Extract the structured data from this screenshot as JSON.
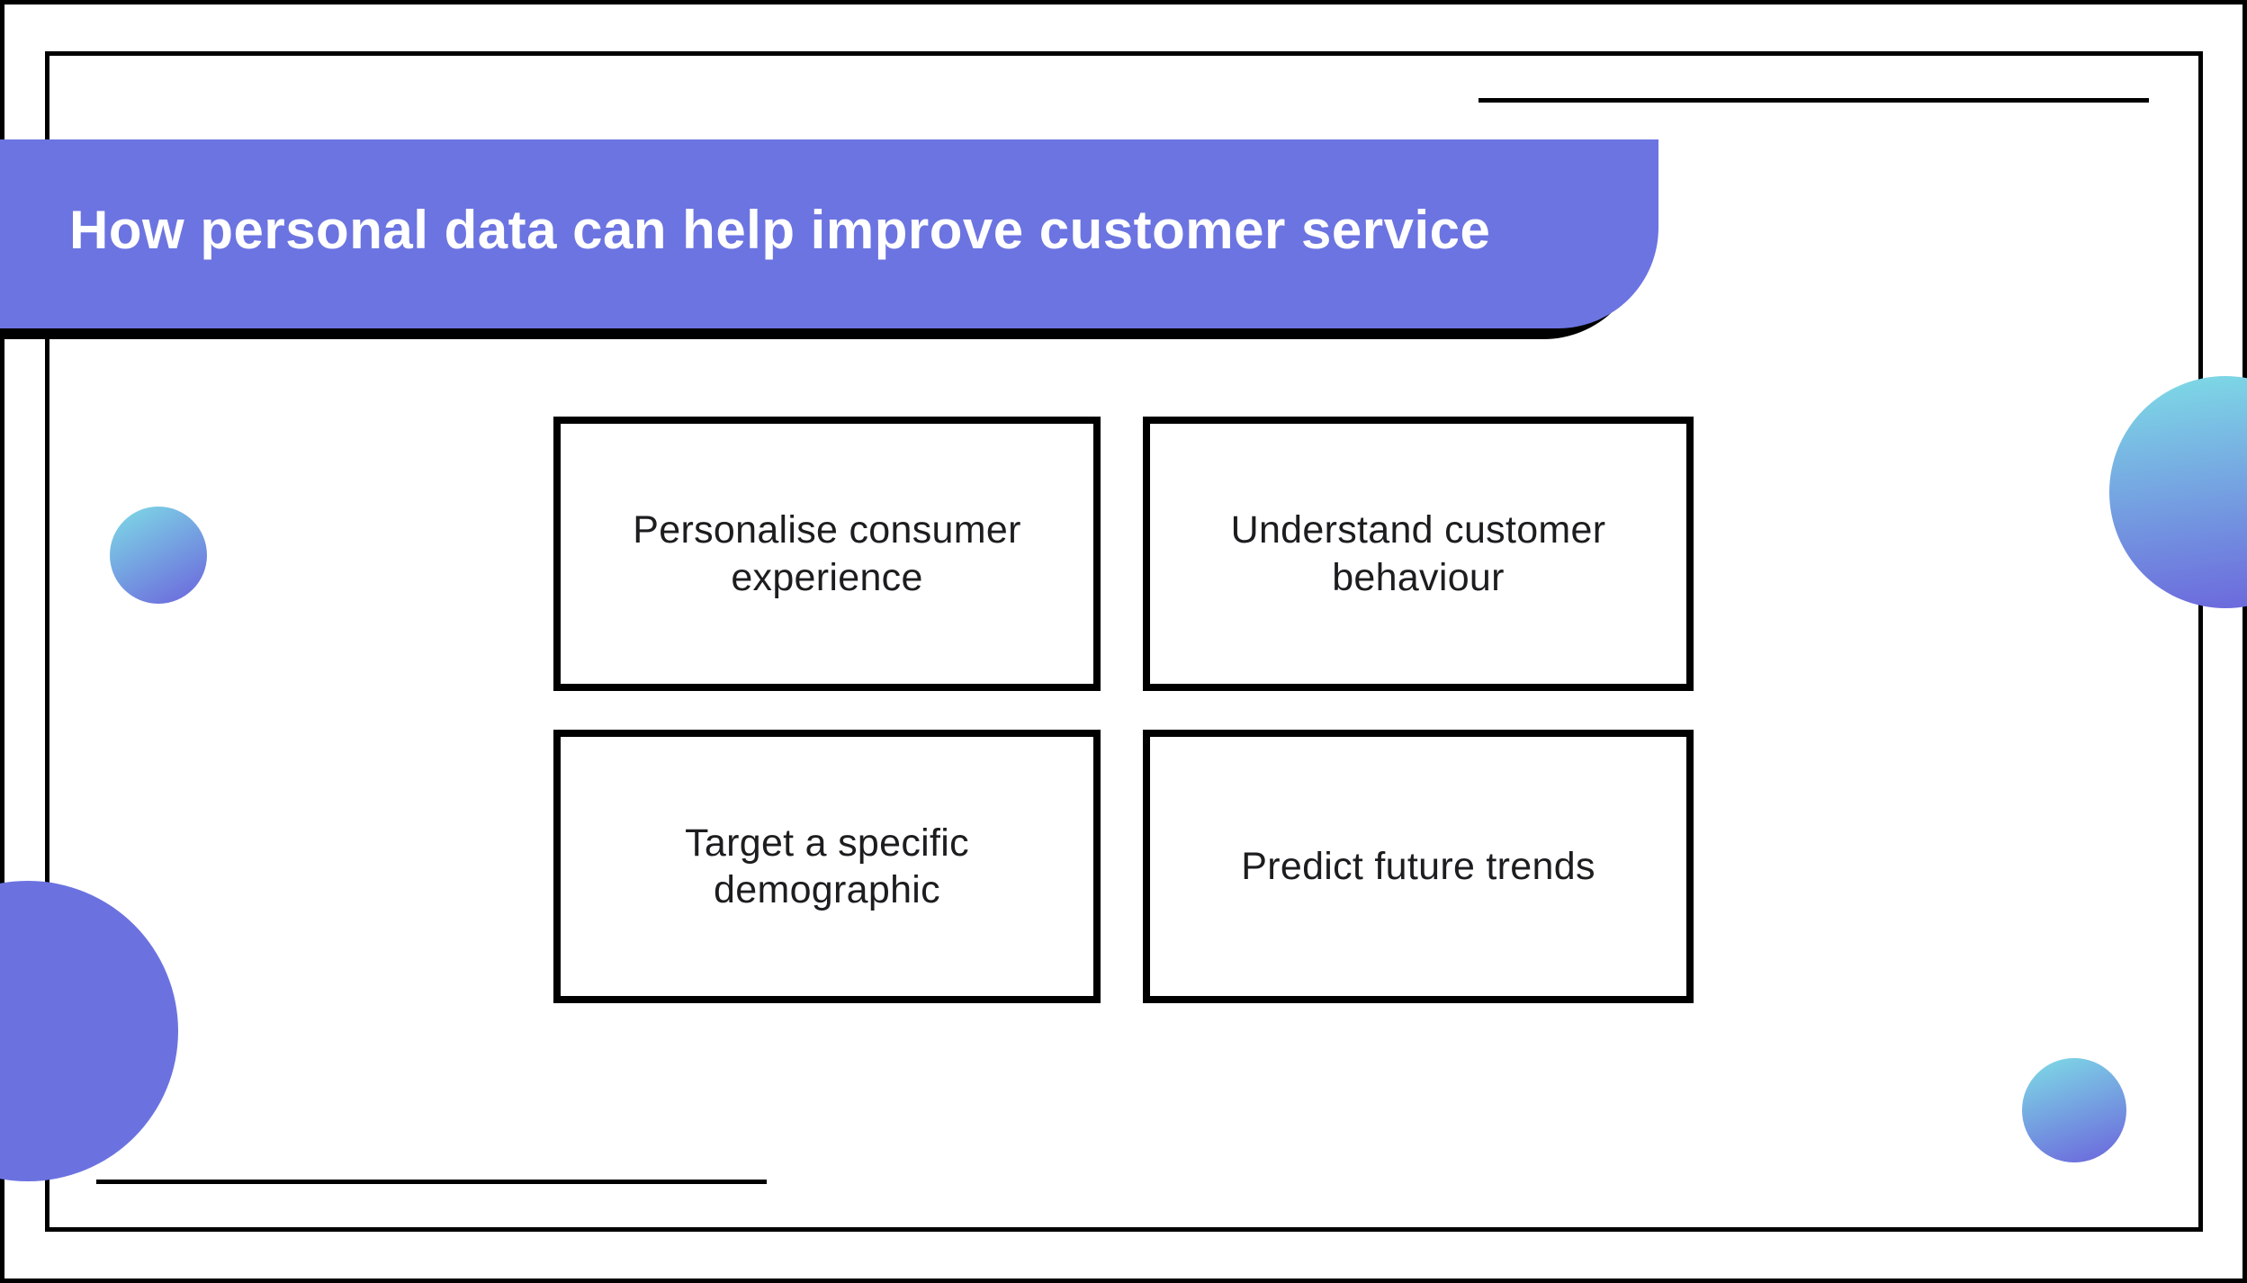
{
  "banner": {
    "title": "How personal data can help improve customer service"
  },
  "cards": [
    {
      "label": "Personalise consumer\nexperience"
    },
    {
      "label": "Understand customer\nbehaviour"
    },
    {
      "label": "Target a specific\ndemographic"
    },
    {
      "label": "Predict future trends"
    }
  ],
  "colors": {
    "canvas_bg": "#ffffff",
    "banner": "#6c74e1",
    "shadow": "#000000",
    "line": "#000000",
    "card_border": "#000000",
    "card_text": "#1d1d1f",
    "title_text": "#ffffff",
    "circle_teal": "#7edde6",
    "circle_blue": "#6b63dc",
    "solid_circle": "#6b72e0"
  }
}
